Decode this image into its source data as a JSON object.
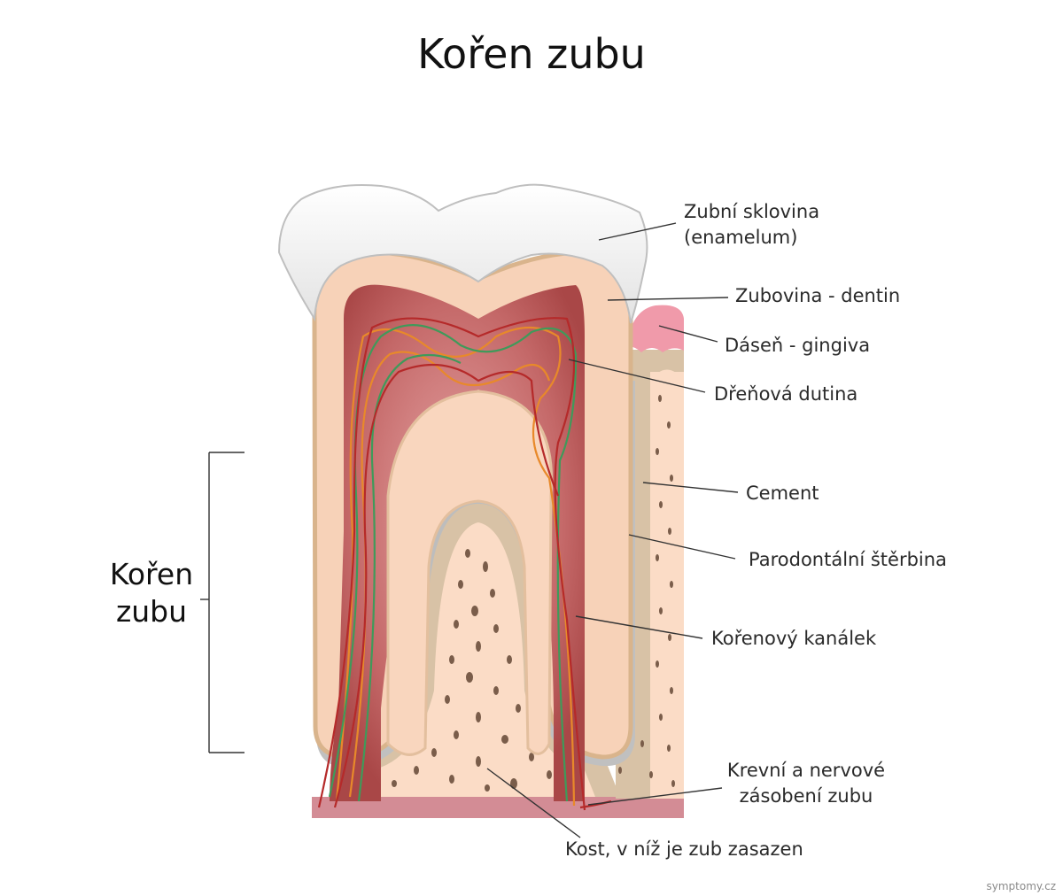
{
  "title": "Kořen zubu",
  "side_label": {
    "line1": "Kořen",
    "line2": "zubu"
  },
  "labels": {
    "enamel_1": "Zubní sklovina",
    "enamel_2": "(enamelum)",
    "dentin": "Zubovina - dentin",
    "gingiva": "Dáseň - gingiva",
    "pulp": "Dřeňová dutina",
    "cement": "Cement",
    "periodontal": "Parodontální štěrbina",
    "canal": "Kořenový kanálek",
    "supply_1": "Krevní a nervové",
    "supply_2": "zásobení zubu",
    "bone": "Kost, v níž je zub zasazen"
  },
  "watermark": "symptomy.cz",
  "colors": {
    "enamel": "#f2f2f2",
    "dentin": "#f7d2b8",
    "dentin_edge": "#d9b48c",
    "pulp": "#b95a5a",
    "gum": "#f09aaa",
    "bone": "#fbdcc6",
    "cement": "#d8c2a6",
    "periodontal": "#c0c0c0",
    "base": "#d38c95"
  }
}
